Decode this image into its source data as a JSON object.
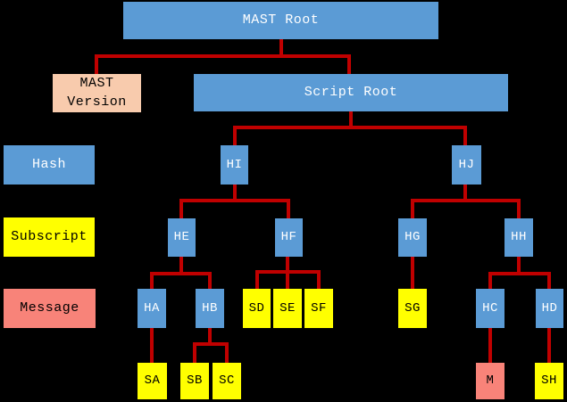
{
  "diagram": {
    "description": "MAST tree diagram on black background",
    "colors": {
      "hash_blue": "#5B9BD5",
      "version_peach": "#F8CBAD",
      "subscript_yellow": "#FFFF00",
      "message_salmon": "#F88379",
      "connector_red": "#C00000",
      "background": "#000000",
      "text_on_blue": "#FFFFFF",
      "text_on_light": "#000000"
    },
    "legend": [
      {
        "label": "Hash",
        "type": "hash"
      },
      {
        "label": "Subscript",
        "type": "subscript"
      },
      {
        "label": "Message",
        "type": "message"
      }
    ],
    "nodes": [
      {
        "id": "mast-root",
        "label": "MAST Root",
        "type": "hash"
      },
      {
        "id": "mast-version",
        "label": "MAST\nVersion",
        "type": "version"
      },
      {
        "id": "script-root",
        "label": "Script Root",
        "type": "hash"
      },
      {
        "id": "legend-hash",
        "label": "Hash",
        "type": "hash"
      },
      {
        "id": "hi",
        "label": "HI",
        "type": "hash"
      },
      {
        "id": "hj",
        "label": "HJ",
        "type": "hash"
      },
      {
        "id": "legend-subscript",
        "label": "Subscript",
        "type": "subscript"
      },
      {
        "id": "he",
        "label": "HE",
        "type": "hash"
      },
      {
        "id": "hf",
        "label": "HF",
        "type": "hash"
      },
      {
        "id": "hg",
        "label": "HG",
        "type": "hash"
      },
      {
        "id": "hh",
        "label": "HH",
        "type": "hash"
      },
      {
        "id": "legend-message",
        "label": "Message",
        "type": "message"
      },
      {
        "id": "ha",
        "label": "HA",
        "type": "hash"
      },
      {
        "id": "hb",
        "label": "HB",
        "type": "hash"
      },
      {
        "id": "sd",
        "label": "SD",
        "type": "subscript"
      },
      {
        "id": "se",
        "label": "SE",
        "type": "subscript"
      },
      {
        "id": "sf",
        "label": "SF",
        "type": "subscript"
      },
      {
        "id": "sg",
        "label": "SG",
        "type": "subscript"
      },
      {
        "id": "hc",
        "label": "HC",
        "type": "hash"
      },
      {
        "id": "hd",
        "label": "HD",
        "type": "hash"
      },
      {
        "id": "sa",
        "label": "SA",
        "type": "subscript"
      },
      {
        "id": "sb",
        "label": "SB",
        "type": "subscript"
      },
      {
        "id": "sc",
        "label": "SC",
        "type": "subscript"
      },
      {
        "id": "m",
        "label": "M",
        "type": "message"
      },
      {
        "id": "sh",
        "label": "SH",
        "type": "subscript"
      }
    ],
    "edges": [
      [
        "MAST Root",
        "MAST Version"
      ],
      [
        "MAST Root",
        "Script Root"
      ],
      [
        "Script Root",
        "HI"
      ],
      [
        "Script Root",
        "HJ"
      ],
      [
        "HI",
        "HE"
      ],
      [
        "HI",
        "HF"
      ],
      [
        "HJ",
        "HG"
      ],
      [
        "HJ",
        "HH"
      ],
      [
        "HE",
        "HA"
      ],
      [
        "HE",
        "HB"
      ],
      [
        "HF",
        "SD"
      ],
      [
        "HF",
        "SE"
      ],
      [
        "HF",
        "SF"
      ],
      [
        "HG",
        "SG"
      ],
      [
        "HH",
        "HC"
      ],
      [
        "HH",
        "HD"
      ],
      [
        "HA",
        "SA"
      ],
      [
        "HB",
        "SB"
      ],
      [
        "HB",
        "SC"
      ],
      [
        "HC",
        "M"
      ],
      [
        "HD",
        "SH"
      ]
    ]
  }
}
